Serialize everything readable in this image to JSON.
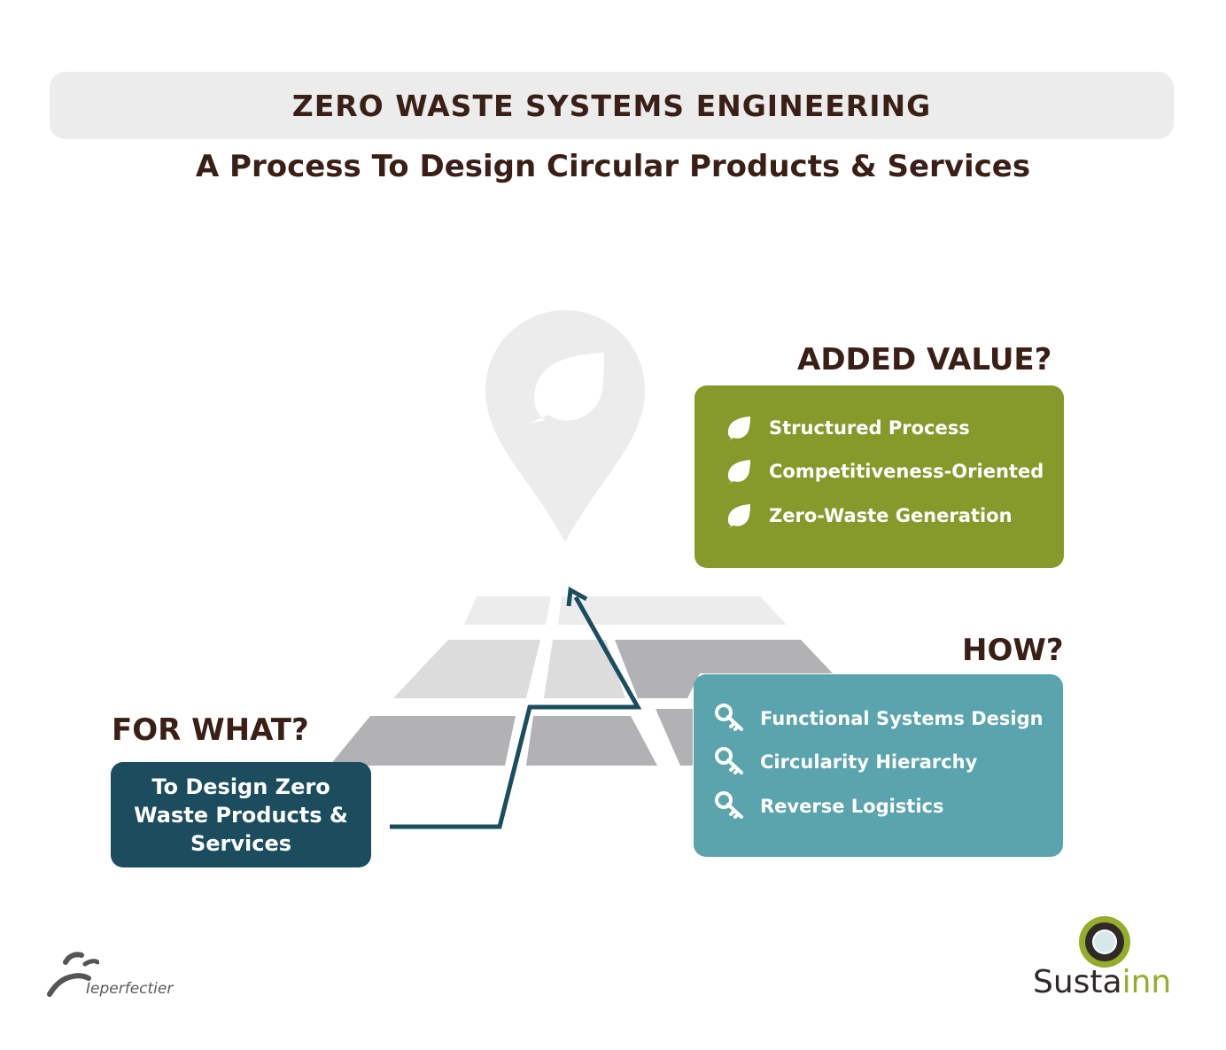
{
  "header": {
    "title": "ZERO WASTE SYSTEMS ENGINEERING",
    "subtitle": "A Process To Design Circular Products & Services"
  },
  "added_value": {
    "heading": "ADDED VALUE?",
    "icon": "leaf-icon",
    "color": "#86992b",
    "items": [
      "Structured Process",
      "Competitiveness-Oriented",
      "Zero-Waste Generation"
    ]
  },
  "how": {
    "heading": "HOW?",
    "icon": "key-icon",
    "color": "#5aa4ad",
    "items": [
      "Functional Systems Design",
      "Circularity Hierarchy",
      "Reverse Logistics"
    ]
  },
  "for_what": {
    "heading": "FOR WHAT?",
    "color": "#1b4d5e",
    "text": "To Design Zero Waste Products & Services"
  },
  "footer": {
    "left_logo_text": "Ieperfectier",
    "right_logo_prefix": "Susta",
    "right_logo_suffix": "inn"
  }
}
